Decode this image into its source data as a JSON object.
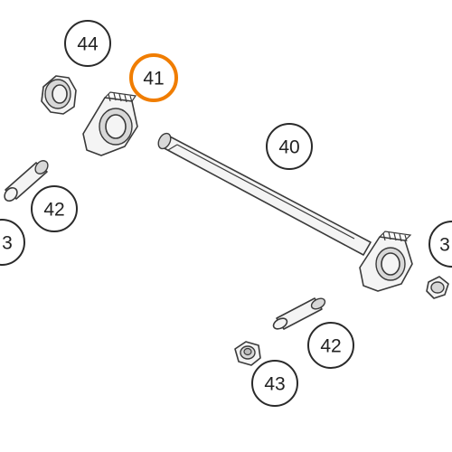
{
  "diagram": {
    "callouts": {
      "c44": "44",
      "c41": "41",
      "c40": "40",
      "c42a": "42",
      "c43a": "3",
      "c39": "3",
      "c42b": "42",
      "c43b": "43"
    },
    "highlight_color": "#f07d00"
  }
}
